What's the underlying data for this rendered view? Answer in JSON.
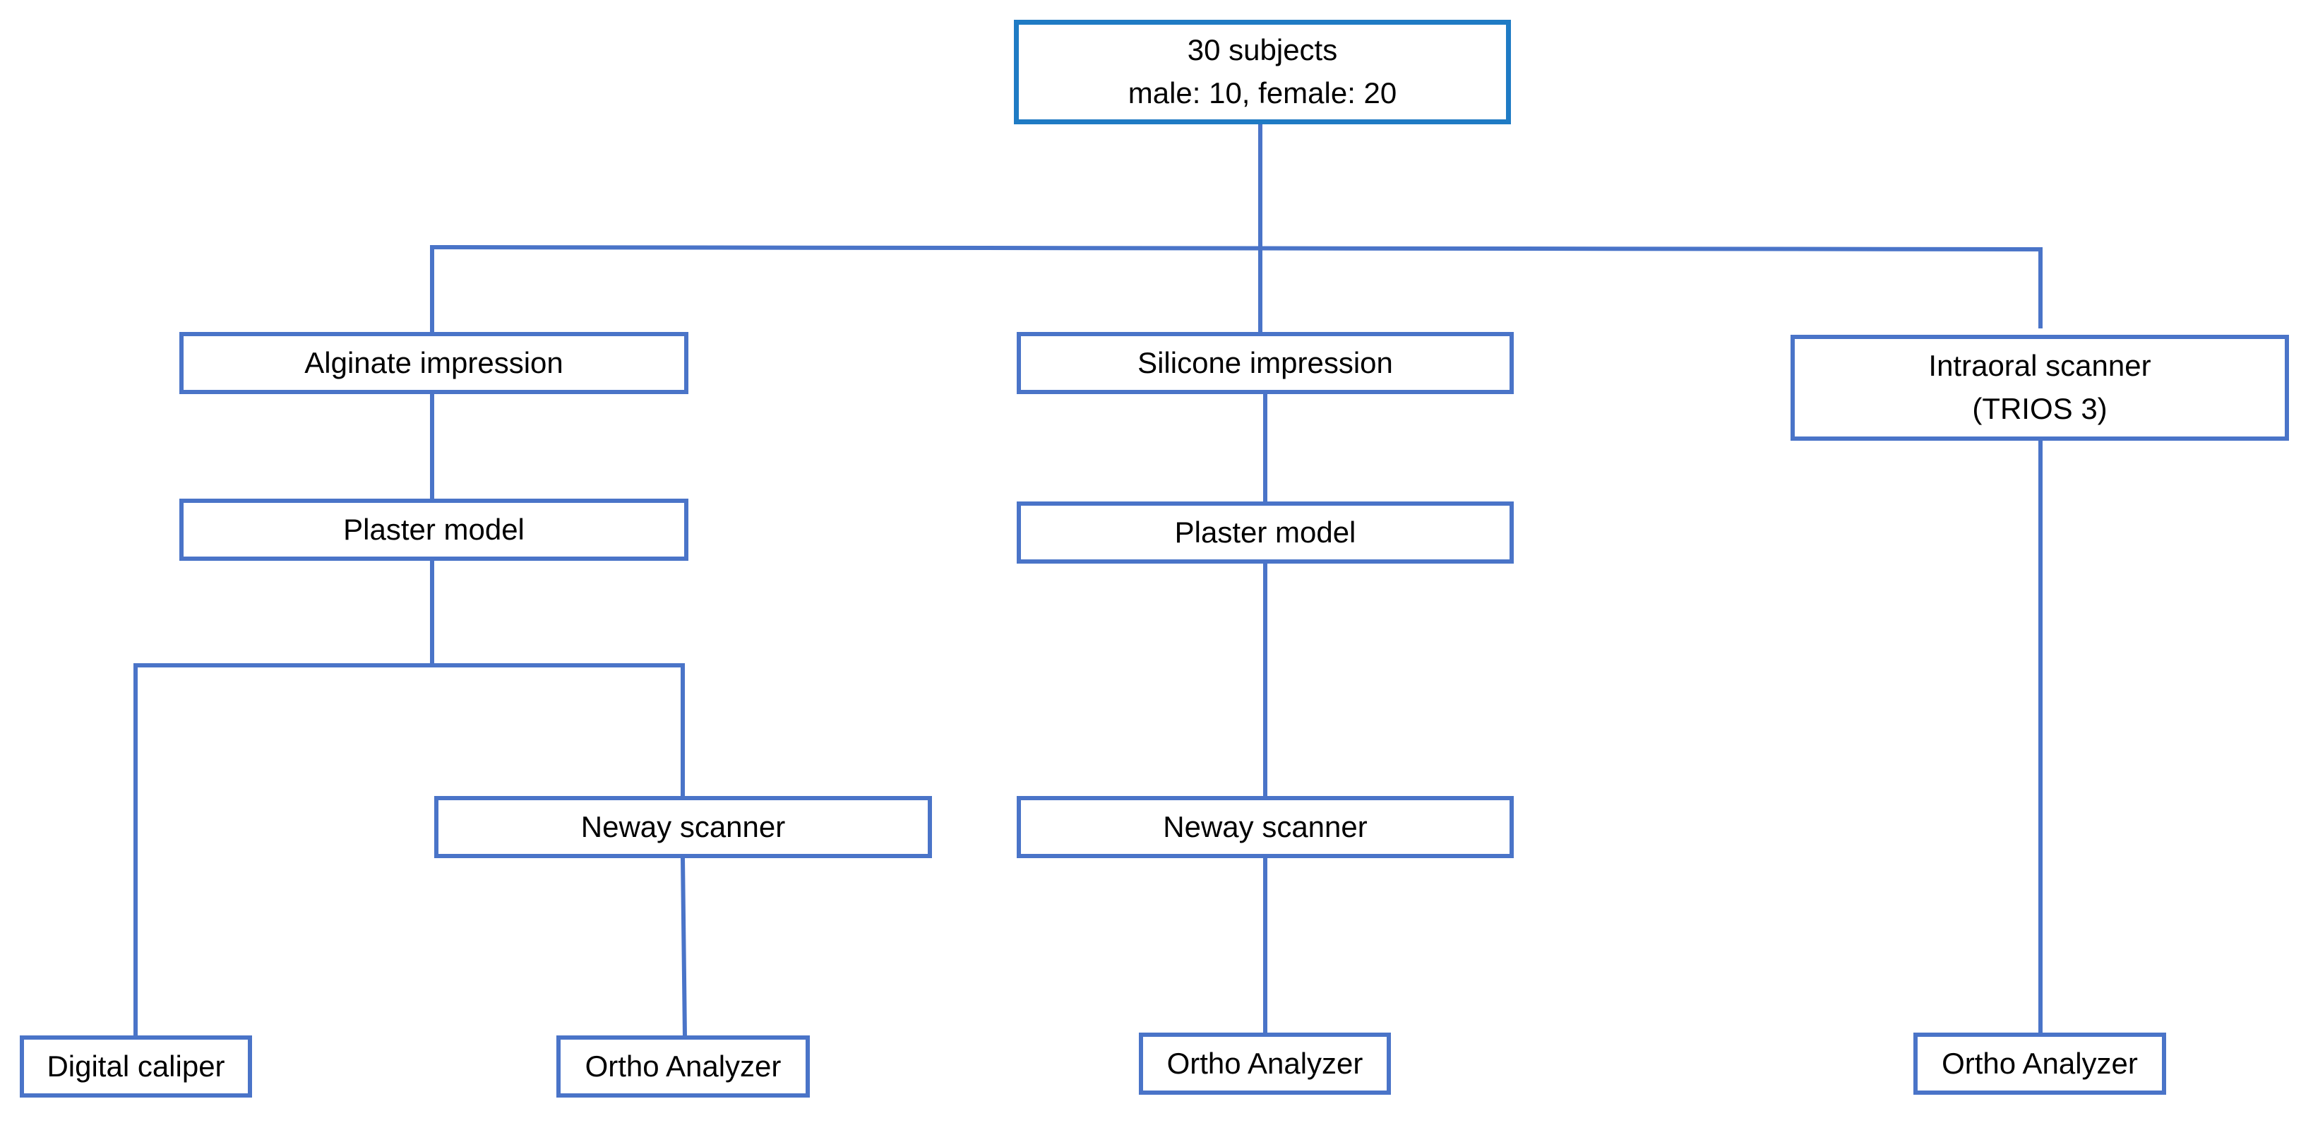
{
  "colors": {
    "connector": "#4a74c8",
    "box_border": "#4a74c8",
    "root_border": "#1f7bc4",
    "text": "#000000",
    "background": "#ffffff"
  },
  "root": {
    "line1": "30 subjects",
    "line2": "male: 10, female: 20"
  },
  "alginate_branch": {
    "impression": "Alginate impression",
    "plaster": "Plaster model",
    "scanner": "Neway scanner",
    "caliper": "Digital caliper",
    "analyzer": "Ortho Analyzer"
  },
  "silicone_branch": {
    "impression": "Silicone impression",
    "plaster": "Plaster model",
    "scanner": "Neway scanner",
    "analyzer": "Ortho Analyzer"
  },
  "intraoral_branch": {
    "scanner_line1": "Intraoral scanner",
    "scanner_line2": "(TRIOS 3)",
    "analyzer": "Ortho Analyzer"
  }
}
